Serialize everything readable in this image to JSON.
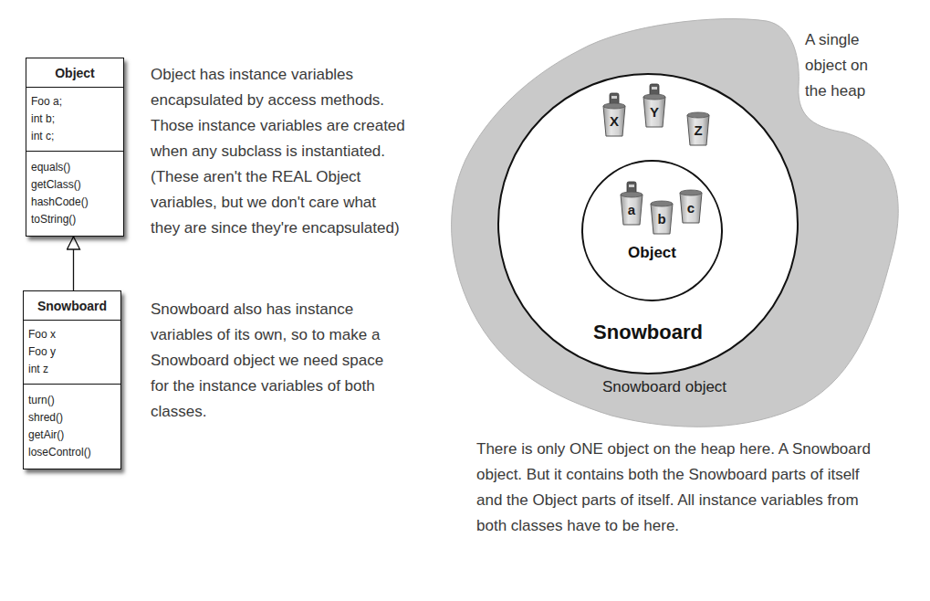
{
  "diagram": {
    "nodes": [
      {
        "text": [
          "Object",
          "Foo a;",
          "int b;",
          "int c;",
          "equals()",
          "getClass()",
          "hashCode()",
          "toString()"
        ]
      },
      {
        "text": [
          "Snowboard",
          "Foo x",
          "Foo y",
          "int z",
          "turn()",
          "shred()",
          "getAir()",
          "loseControl()"
        ]
      },
      {
        "text": [
          "Snowboard object"
        ]
      },
      {
        "text": [
          "Snowboard"
        ],
        "in": 2
      },
      {
        "text": [
          "X"
        ],
        "in": 3
      },
      {
        "text": [
          "Y"
        ],
        "in": 3
      },
      {
        "text": [
          "Z"
        ],
        "in": 3
      },
      {
        "text": [
          "Object"
        ],
        "in": 3
      },
      {
        "text": [
          "a"
        ],
        "in": 7
      },
      {
        "text": [
          "b"
        ],
        "in": 7
      },
      {
        "text": [
          "c"
        ],
        "in": 7
      }
    ],
    "edges": [
      {
        "from": 1,
        "to": 0,
        "arrow": "to"
      }
    ],
    "labels": [
      "Object has instance variables encapsulated by access methods. Those instance variables are created when any subclass is instantiated. (These aren't the REAL Object variables, but we don't care what they are since they're encapsulated)",
      "A single object on the heap",
      "Snowboard also has instance variables of its own, so to make a Snowboard object we need space for the instance variables of both classes.",
      "There is only ONE object on the heap here. A Snowboard object. But it contains both the Snowboard parts of itself and the Object parts of itself. All instance variables from both classes have to be here."
    ]
  }
}
